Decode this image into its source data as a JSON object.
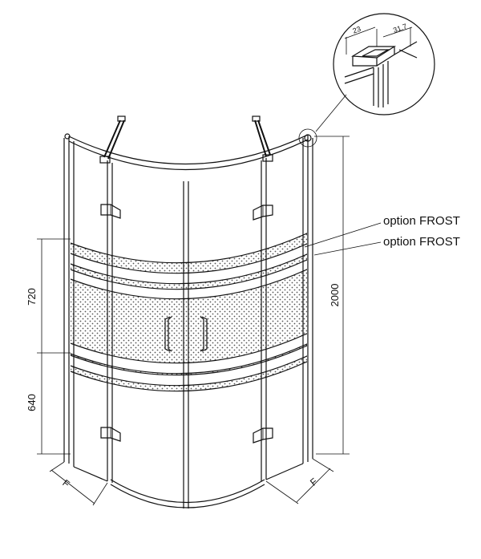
{
  "dimensions": {
    "frost_band_height": "720",
    "lower_height": "640",
    "total_height": "2000",
    "depth_left": "F",
    "depth_right": "F",
    "profile_width_a": "23",
    "profile_width_b": "31,7"
  },
  "callouts": {
    "label_1": "option FROST",
    "label_2": "option FROST"
  },
  "colors": {
    "line": "#111111",
    "frost_dots": "#555555",
    "background": "#ffffff"
  }
}
